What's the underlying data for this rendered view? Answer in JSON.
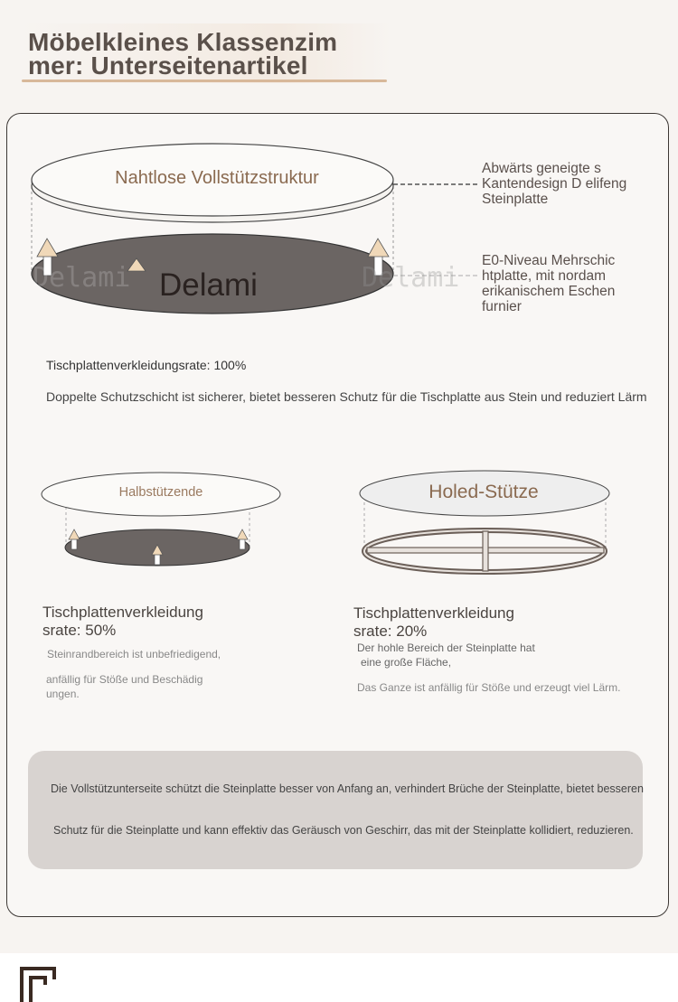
{
  "header": {
    "title": "Möbelkleines Klassenzim mer: Unterseitenartikel"
  },
  "main_figure": {
    "top_label": "Nahtlose Vollstützstruktur",
    "bottom_label": "Delami",
    "watermark_left": "Delami",
    "watermark_right": "Delami"
  },
  "callouts": {
    "upper": "Abwärts geneigte s Kantendesign D elifeng Steinplatte",
    "lower": "E0-Niveau Mehrschic htplatte, mit nordam erikanischem Eschen furnier"
  },
  "full_support": {
    "rate": "Tischplattenverkleidungsrate: 100%",
    "description": "Doppelte Schutzschicht ist sicherer, bietet besseren Schutz für die Tischplatte aus Stein und reduziert Lärm"
  },
  "half_support": {
    "label": "Halbstützende",
    "rate_line1": "Tischplattenverkleidung",
    "rate_line2": "srate: 50%",
    "desc_line1": "Steinrandbereich ist unbefriedigend,",
    "desc_line2": "anfällig für Stöße und Beschädig",
    "desc_line3": "ungen."
  },
  "holed_support": {
    "label": "Holed-Stütze",
    "rate_line1": "Tischplattenverkleidung",
    "rate_line2": "srate: 20%",
    "desc_line1": "Der hohle Bereich der Steinplatte hat",
    "desc_line2": "eine große Fläche,",
    "desc_line3": "Das Ganze ist anfällig für Stöße und erzeugt viel Lärm."
  },
  "summary": {
    "line1": "Die Vollstützunterseite schützt die Steinplatte besser von Anfang an, verhindert Brüche der Steinplatte, bietet besseren",
    "line2": "Schutz für die Steinplatte und kann effektiv das Geräusch von Geschirr, das mit der Steinplatte kollidiert, reduzieren."
  },
  "colors": {
    "accent": "#d8b89a",
    "dark_disc": "#6b6563",
    "brand_text": "#8a6a50"
  }
}
